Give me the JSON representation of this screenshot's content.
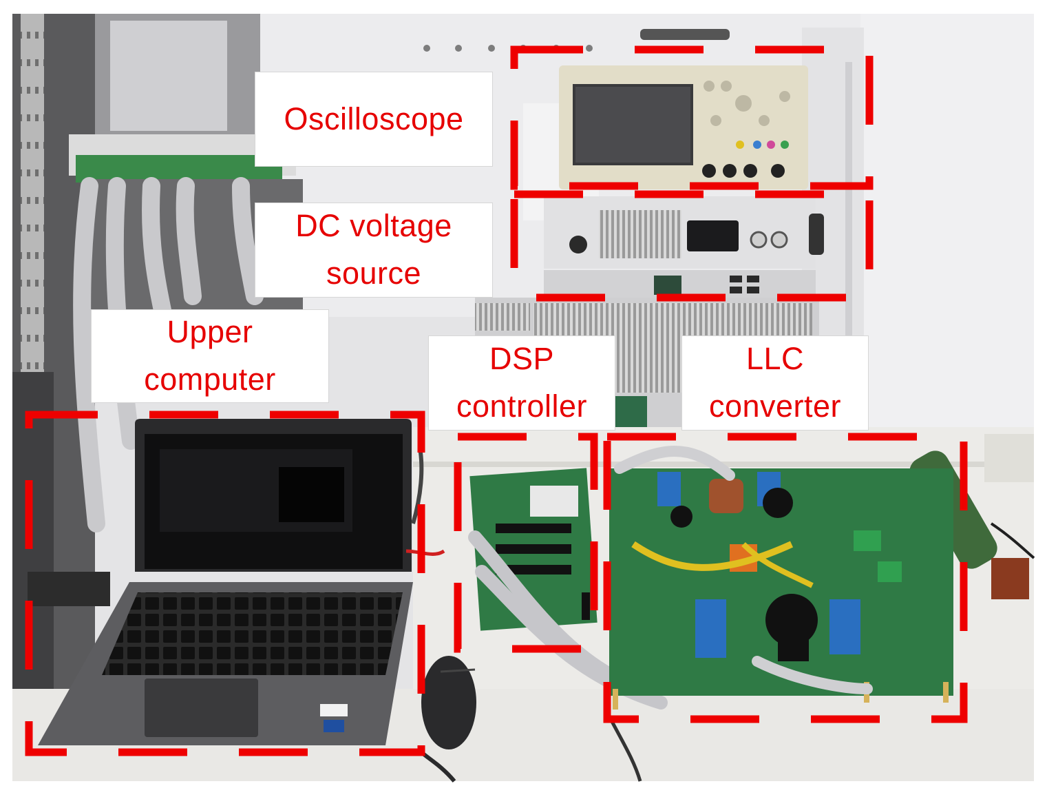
{
  "labels": {
    "oscilloscope": [
      "Oscilloscope"
    ],
    "dc_source": [
      "DC voltage",
      "source"
    ],
    "upper_computer": [
      "Upper",
      "computer"
    ],
    "dsp_controller": [
      "DSP",
      "controller"
    ],
    "llc_converter": [
      "LLC",
      "converter"
    ]
  },
  "colors": {
    "label_text": "#e60000",
    "dashed_box": "#ee0000",
    "pcb": "#2f7a45",
    "wall": "#e6e6e8",
    "table": "#ecebe8"
  }
}
